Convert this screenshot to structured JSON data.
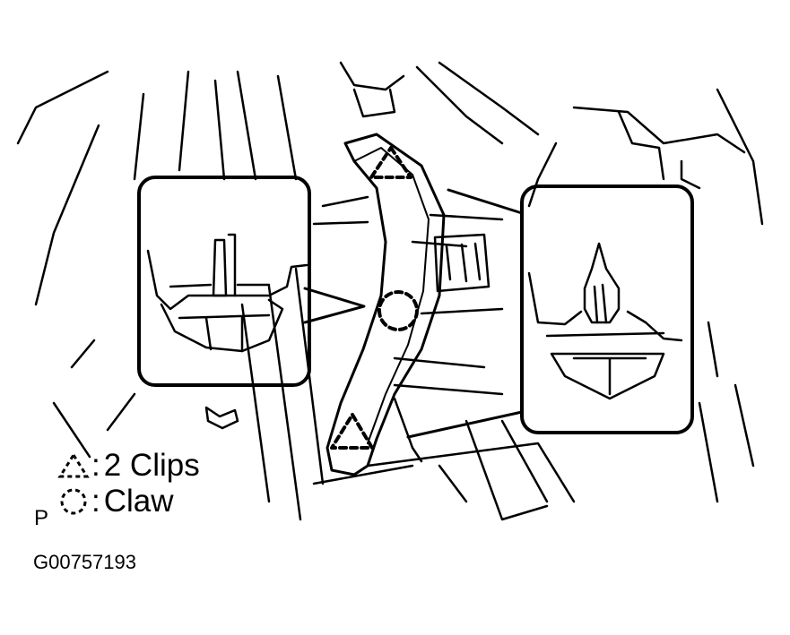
{
  "legend": {
    "clip_symbol": "triangle-dashed-icon",
    "clip_label": "2 Clips",
    "claw_symbol": "circle-dashed-icon",
    "claw_label": "Claw",
    "separator": ":"
  },
  "marker": "P",
  "figure_code": "G00757193",
  "colors": {
    "ink": "#000000",
    "paper": "#ffffff"
  }
}
